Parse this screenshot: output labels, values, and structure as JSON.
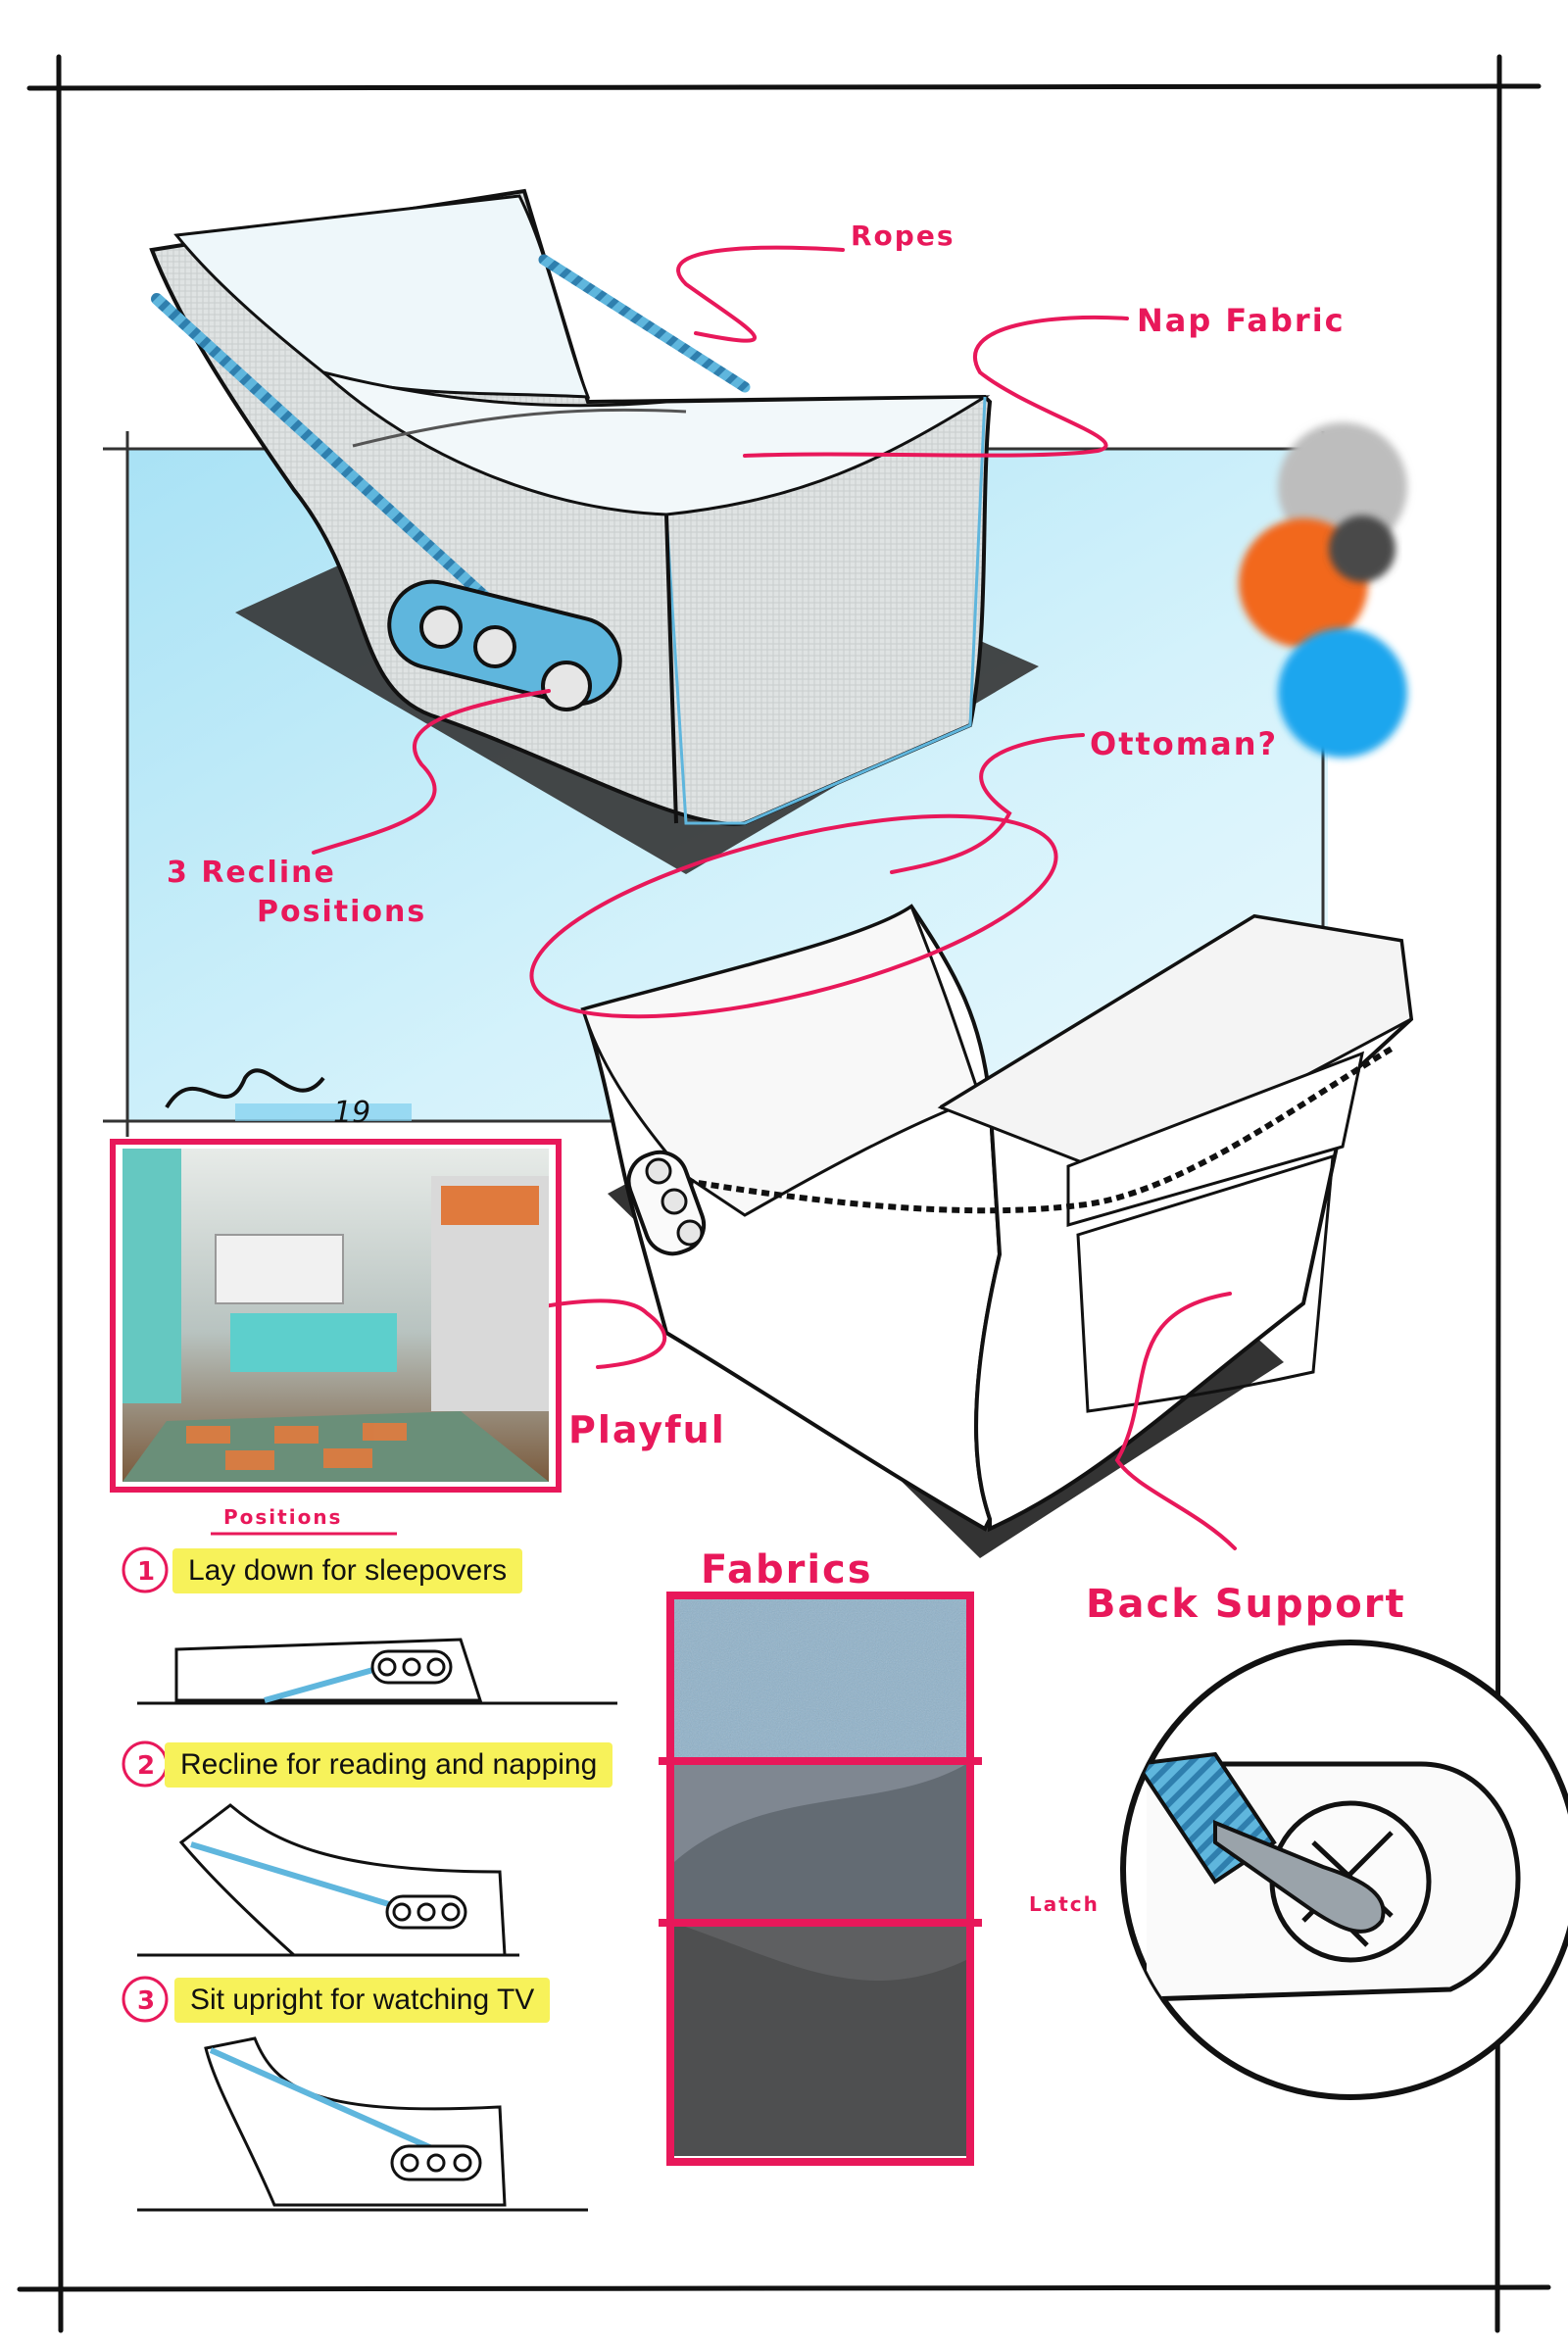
{
  "callouts": {
    "ropes": "Ropes",
    "nap_fabric": "Nap Fabric",
    "recline_line1": "3 Recline",
    "recline_line2": "Positions",
    "ottoman": "Ottoman?",
    "playful": "Playful",
    "back_support": "Back Support",
    "fabrics": "Fabrics",
    "latch": "Latch"
  },
  "signature": "19",
  "positions": {
    "heading": "Positions",
    "items": [
      {
        "number": "1",
        "label": "Lay down for sleepovers"
      },
      {
        "number": "2",
        "label": "Recline for reading and napping"
      },
      {
        "number": "3",
        "label": "Sit upright for watching TV"
      }
    ]
  },
  "colors": {
    "accent": "#e8185a",
    "highlight": "#f7f25a",
    "backdrop": "#bfeaf7",
    "rope": "#5fb6dd",
    "swatches": [
      "#bdbdbd",
      "#f2681d",
      "#1fa6ee",
      "#4a4a4a"
    ]
  },
  "fabric_swatches": [
    "light blue linen",
    "grey plush nap",
    "dark grey linen"
  ]
}
